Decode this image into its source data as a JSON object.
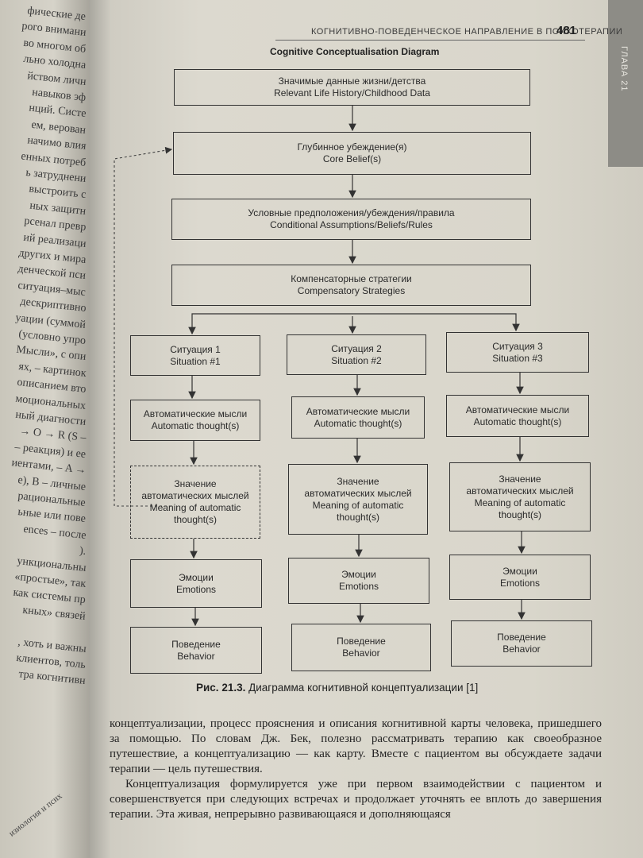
{
  "left_page": {
    "lines": [
      "фические де",
      "рого внимани",
      "во многом об",
      "льно холодна",
      "йством личн",
      "навыков эф",
      "нций. Систе",
      "ем, верован",
      "начимо влия",
      "енных потреб",
      "ь затруднени",
      "выстроить с",
      "ных защитн",
      "рсенал превр",
      "ий реализаци",
      "других и мира",
      "денческой пси",
      "ситуация–мыс",
      "дескриптивно",
      "уации (суммой",
      "(условно упро",
      "Мысли», с опи",
      "ях, – картинок",
      "описанием вто",
      "моциональных",
      "ный диагности",
      "→ O → R (S –",
      "– реакция) и ее",
      "иентами, – A →",
      "е), B – личные",
      "рациональные",
      "ьные или пове",
      "ences – после",
      ").",
      "ункциональны",
      "«простые», так",
      "как системы пр",
      "кных» связей",
      "",
      ", хоть и важны",
      "клиентов, толь",
      "тра когнитивн"
    ],
    "bottom_text": "изиология и псих"
  },
  "header": {
    "running_head": "КОГНИТИВНО-ПОВЕДЕНЧЕСКОЕ НАПРАВЛЕНИЕ В ПСИХОТЕРАПИИ",
    "page_number": "481",
    "side_tab": "ГЛАВА 21"
  },
  "diagram": {
    "title": "Cognitive Conceptualisation Diagram",
    "top_boxes": [
      {
        "ru": "Значимые данные жизни/детства",
        "en": "Relevant Life History/Childhood Data"
      },
      {
        "ru": "Глубинное убеждение(я)",
        "en": "Core Belief(s)"
      },
      {
        "ru": "Условные предположения/убеждения/правила",
        "en": "Conditional Assumptions/Beliefs/Rules"
      },
      {
        "ru": "Компенсаторные стратегии",
        "en": "Compensatory Strategies"
      }
    ],
    "columns": [
      {
        "situation": {
          "ru": "Ситуация 1",
          "en": "Situation #1"
        },
        "thoughts": {
          "ru": "Автоматические мысли",
          "en": "Automatic thought(s)"
        },
        "meaning": {
          "ru1": "Значение",
          "ru2": "автоматических мыслей",
          "en1": "Meaning of automatic",
          "en2": "thought(s)"
        },
        "emotions": {
          "ru": "Эмоции",
          "en": "Emotions"
        },
        "behavior": {
          "ru": "Поведение",
          "en": "Behavior"
        }
      },
      {
        "situation": {
          "ru": "Ситуация 2",
          "en": "Situation #2"
        },
        "thoughts": {
          "ru": "Автоматические мысли",
          "en": "Automatic thought(s)"
        },
        "meaning": {
          "ru1": "Значение",
          "ru2": "автоматических мыслей",
          "en1": "Meaning of automatic",
          "en2": "thought(s)"
        },
        "emotions": {
          "ru": "Эмоции",
          "en": "Emotions"
        },
        "behavior": {
          "ru": "Поведение",
          "en": "Behavior"
        }
      },
      {
        "situation": {
          "ru": "Ситуация 3",
          "en": "Situation #3"
        },
        "thoughts": {
          "ru": "Автоматические мысли",
          "en": "Automatic thought(s)"
        },
        "meaning": {
          "ru1": "Значение",
          "ru2": "автоматических мыслей",
          "en1": "Meaning of automatic",
          "en2": "thought(s)"
        },
        "emotions": {
          "ru": "Эмоции",
          "en": "Emotions"
        },
        "behavior": {
          "ru": "Поведение",
          "en": "Behavior"
        }
      }
    ]
  },
  "caption": {
    "label": "Рис. 21.3.",
    "text": "Диаграмма когнитивной концептуализации [1]"
  },
  "body": {
    "paragraph1": "концептуализации, процесс прояснения и описания когнитивной карты человека, пришедшего за помощью. По словам Дж. Бек, полезно рассматривать терапию как своеобразное путешествие, а концептуализацию — как карту. Вместе с пациентом вы обсуждаете задачи терапии — цель путешествия.",
    "paragraph2": "Концептуализация формулируется уже при первом взаимодействии с пациентом и совершенствуется при следующих встречах и продолжает уточнять ее вплоть до завершения терапии. Эта живая, непрерывно развивающаяся и дополняющаяся"
  }
}
